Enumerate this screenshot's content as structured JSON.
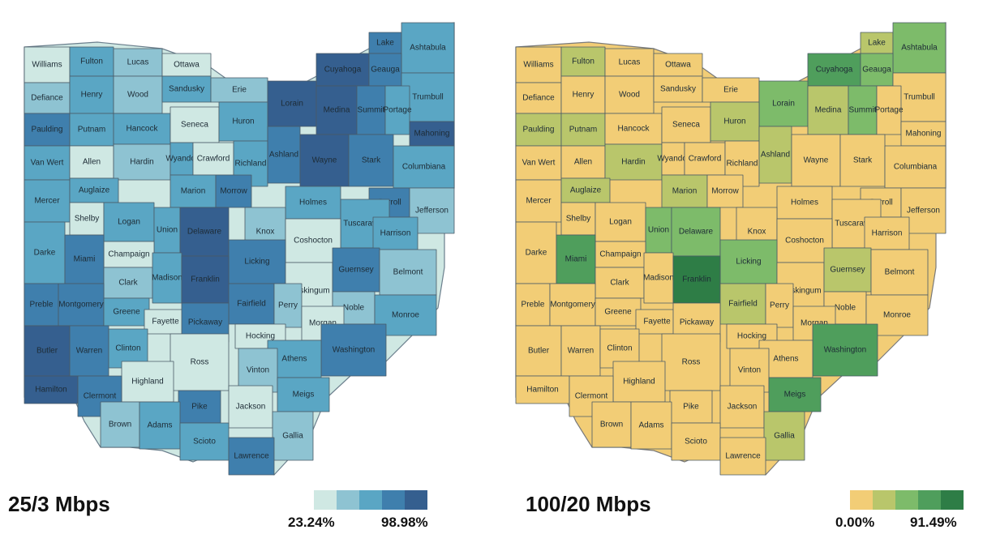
{
  "maps": [
    {
      "id": "left",
      "title": "25/3 Mbps",
      "legend": {
        "min_label": "23.24%",
        "max_label": "98.98%",
        "colors": [
          "#cfe8e3",
          "#8ec3d2",
          "#5aa6c4",
          "#3f7fad",
          "#355f8f"
        ]
      },
      "outline_color": "#6b7f8d"
    },
    {
      "id": "right",
      "title": "100/20 Mbps",
      "legend": {
        "min_label": "0.00%",
        "max_label": "91.49%",
        "colors": [
          "#f2cd76",
          "#b9c66b",
          "#7dbb6a",
          "#4f9e5c",
          "#2e7d46"
        ]
      },
      "outline_color": "#7a7a7a"
    }
  ],
  "counties": [
    {
      "name": "Williams",
      "left_class": 0,
      "right_class": 0
    },
    {
      "name": "Fulton",
      "left_class": 2,
      "right_class": 1
    },
    {
      "name": "Lucas",
      "left_class": 1,
      "right_class": 0
    },
    {
      "name": "Ottawa",
      "left_class": 0,
      "right_class": 0
    },
    {
      "name": "Lake",
      "left_class": 3,
      "right_class": 1
    },
    {
      "name": "Ashtabula",
      "left_class": 2,
      "right_class": 2
    },
    {
      "name": "Defiance",
      "left_class": 1,
      "right_class": 0
    },
    {
      "name": "Henry",
      "left_class": 2,
      "right_class": 0
    },
    {
      "name": "Wood",
      "left_class": 1,
      "right_class": 0
    },
    {
      "name": "Sandusky",
      "left_class": 2,
      "right_class": 0
    },
    {
      "name": "Erie",
      "left_class": 1,
      "right_class": 0
    },
    {
      "name": "Cuyahoga",
      "left_class": 4,
      "right_class": 3
    },
    {
      "name": "Geauga",
      "left_class": 3,
      "right_class": 2
    },
    {
      "name": "Trumbull",
      "left_class": 2,
      "right_class": 0
    },
    {
      "name": "Lorain",
      "left_class": 4,
      "right_class": 2
    },
    {
      "name": "Paulding",
      "left_class": 3,
      "right_class": 1
    },
    {
      "name": "Putnam",
      "left_class": 2,
      "right_class": 1
    },
    {
      "name": "Hancock",
      "left_class": 2,
      "right_class": 0
    },
    {
      "name": "Seneca",
      "left_class": 0,
      "right_class": 0
    },
    {
      "name": "Huron",
      "left_class": 2,
      "right_class": 1
    },
    {
      "name": "Medina",
      "left_class": 4,
      "right_class": 1
    },
    {
      "name": "Summit",
      "left_class": 3,
      "right_class": 2
    },
    {
      "name": "Portage",
      "left_class": 2,
      "right_class": 0
    },
    {
      "name": "Mahoning",
      "left_class": 4,
      "right_class": 0
    },
    {
      "name": "Van Wert",
      "left_class": 2,
      "right_class": 0
    },
    {
      "name": "Allen",
      "left_class": 0,
      "right_class": 0
    },
    {
      "name": "Hardin",
      "left_class": 1,
      "right_class": 1
    },
    {
      "name": "Wyandot",
      "left_class": 2,
      "right_class": 0
    },
    {
      "name": "Crawford",
      "left_class": 0,
      "right_class": 0
    },
    {
      "name": "Richland",
      "left_class": 2,
      "right_class": 0
    },
    {
      "name": "Ashland",
      "left_class": 3,
      "right_class": 1
    },
    {
      "name": "Wayne",
      "left_class": 4,
      "right_class": 0
    },
    {
      "name": "Stark",
      "left_class": 3,
      "right_class": 0
    },
    {
      "name": "Columbiana",
      "left_class": 2,
      "right_class": 0
    },
    {
      "name": "Mercer",
      "left_class": 2,
      "right_class": 0
    },
    {
      "name": "Auglaize",
      "left_class": 2,
      "right_class": 1
    },
    {
      "name": "Marion",
      "left_class": 2,
      "right_class": 1
    },
    {
      "name": "Morrow",
      "left_class": 3,
      "right_class": 0
    },
    {
      "name": "Holmes",
      "left_class": 2,
      "right_class": 0
    },
    {
      "name": "Carroll",
      "left_class": 3,
      "right_class": 0
    },
    {
      "name": "Tuscarawas",
      "left_class": 2,
      "right_class": 0
    },
    {
      "name": "Jefferson",
      "left_class": 1,
      "right_class": 0
    },
    {
      "name": "Shelby",
      "left_class": 0,
      "right_class": 0
    },
    {
      "name": "Logan",
      "left_class": 2,
      "right_class": 0
    },
    {
      "name": "Union",
      "left_class": 2,
      "right_class": 2
    },
    {
      "name": "Delaware",
      "left_class": 4,
      "right_class": 2
    },
    {
      "name": "Knox",
      "left_class": 1,
      "right_class": 0
    },
    {
      "name": "Coshocton",
      "left_class": 0,
      "right_class": 0
    },
    {
      "name": "Harrison",
      "left_class": 2,
      "right_class": 0
    },
    {
      "name": "Darke",
      "left_class": 2,
      "right_class": 0
    },
    {
      "name": "Champaign",
      "left_class": 0,
      "right_class": 0
    },
    {
      "name": "Miami",
      "left_class": 3,
      "right_class": 3
    },
    {
      "name": "Licking",
      "left_class": 3,
      "right_class": 2
    },
    {
      "name": "Muskingum",
      "left_class": 0,
      "right_class": 0
    },
    {
      "name": "Guernsey",
      "left_class": 3,
      "right_class": 1
    },
    {
      "name": "Belmont",
      "left_class": 1,
      "right_class": 0
    },
    {
      "name": "Clark",
      "left_class": 1,
      "right_class": 0
    },
    {
      "name": "Madison",
      "left_class": 2,
      "right_class": 0
    },
    {
      "name": "Franklin",
      "left_class": 4,
      "right_class": 4
    },
    {
      "name": "Preble",
      "left_class": 3,
      "right_class": 0
    },
    {
      "name": "Montgomery",
      "left_class": 3,
      "right_class": 0
    },
    {
      "name": "Greene",
      "left_class": 2,
      "right_class": 0
    },
    {
      "name": "Fairfield",
      "left_class": 3,
      "right_class": 1
    },
    {
      "name": "Perry",
      "left_class": 1,
      "right_class": 0
    },
    {
      "name": "Noble",
      "left_class": 1,
      "right_class": 0
    },
    {
      "name": "Monroe",
      "left_class": 2,
      "right_class": 0
    },
    {
      "name": "Fayette",
      "left_class": 0,
      "right_class": 0
    },
    {
      "name": "Pickaway",
      "left_class": 3,
      "right_class": 0
    },
    {
      "name": "Morgan",
      "left_class": 0,
      "right_class": 0
    },
    {
      "name": "Hocking",
      "left_class": 0,
      "right_class": 0
    },
    {
      "name": "Washington",
      "left_class": 3,
      "right_class": 3
    },
    {
      "name": "Butler",
      "left_class": 4,
      "right_class": 0
    },
    {
      "name": "Warren",
      "left_class": 3,
      "right_class": 0
    },
    {
      "name": "Clinton",
      "left_class": 2,
      "right_class": 0
    },
    {
      "name": "Ross",
      "left_class": 0,
      "right_class": 0
    },
    {
      "name": "Athens",
      "left_class": 2,
      "right_class": 0
    },
    {
      "name": "Hamilton",
      "left_class": 4,
      "right_class": 0
    },
    {
      "name": "Highland",
      "left_class": 0,
      "right_class": 0
    },
    {
      "name": "Vinton",
      "left_class": 1,
      "right_class": 0
    },
    {
      "name": "Meigs",
      "left_class": 2,
      "right_class": 3
    },
    {
      "name": "Clermont",
      "left_class": 3,
      "right_class": 0
    },
    {
      "name": "Brown",
      "left_class": 1,
      "right_class": 0
    },
    {
      "name": "Pike",
      "left_class": 3,
      "right_class": 0
    },
    {
      "name": "Jackson",
      "left_class": 0,
      "right_class": 0
    },
    {
      "name": "Gallia",
      "left_class": 1,
      "right_class": 1
    },
    {
      "name": "Adams",
      "left_class": 2,
      "right_class": 0
    },
    {
      "name": "Scioto",
      "left_class": 2,
      "right_class": 0
    },
    {
      "name": "Lawrence",
      "left_class": 3,
      "right_class": 0
    }
  ]
}
